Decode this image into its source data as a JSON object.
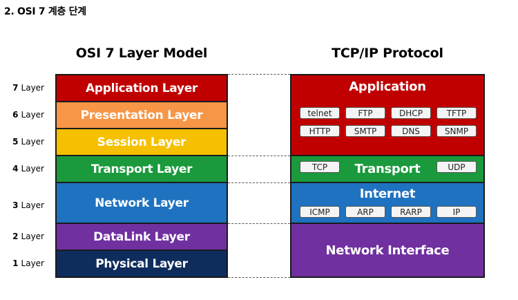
{
  "page_title": "2. OSI 7 계층 단계",
  "osi": {
    "title": "OSI 7 Layer Model",
    "layers": [
      {
        "num": "7",
        "suffix": "Layer",
        "name": "Application Layer",
        "color": "#c00000"
      },
      {
        "num": "6",
        "suffix": "Layer",
        "name": "Presentation Layer",
        "color": "#f79646"
      },
      {
        "num": "5",
        "suffix": "Layer",
        "name": "Session Layer",
        "color": "#f5c000"
      },
      {
        "num": "4",
        "suffix": "Layer",
        "name": "Transport Layer",
        "color": "#1a9a3c"
      },
      {
        "num": "3",
        "suffix": "Layer",
        "name": "Network Layer",
        "color": "#1e72c0"
      },
      {
        "num": "2",
        "suffix": "Layer",
        "name": "DataLink Layer",
        "color": "#7030a0"
      },
      {
        "num": "1",
        "suffix": "Layer",
        "name": "Physical Layer",
        "color": "#0f2d5c"
      }
    ]
  },
  "tcpip": {
    "title": "TCP/IP Protocol",
    "application": {
      "name": "Application",
      "color": "#c00000",
      "protocols_row1": [
        "telnet",
        "FTP",
        "DHCP",
        "TFTP"
      ],
      "protocols_row2": [
        "HTTP",
        "SMTP",
        "DNS",
        "SNMP"
      ]
    },
    "transport": {
      "name": "Transport",
      "color": "#1a9a3c",
      "protocols": [
        "TCP",
        "UDP"
      ]
    },
    "internet": {
      "name": "Internet",
      "color": "#1e72c0",
      "protocols": [
        "ICMP",
        "ARP",
        "RARP",
        "IP"
      ]
    },
    "network_interface": {
      "name": "Network Interface",
      "color": "#7030a0"
    }
  }
}
